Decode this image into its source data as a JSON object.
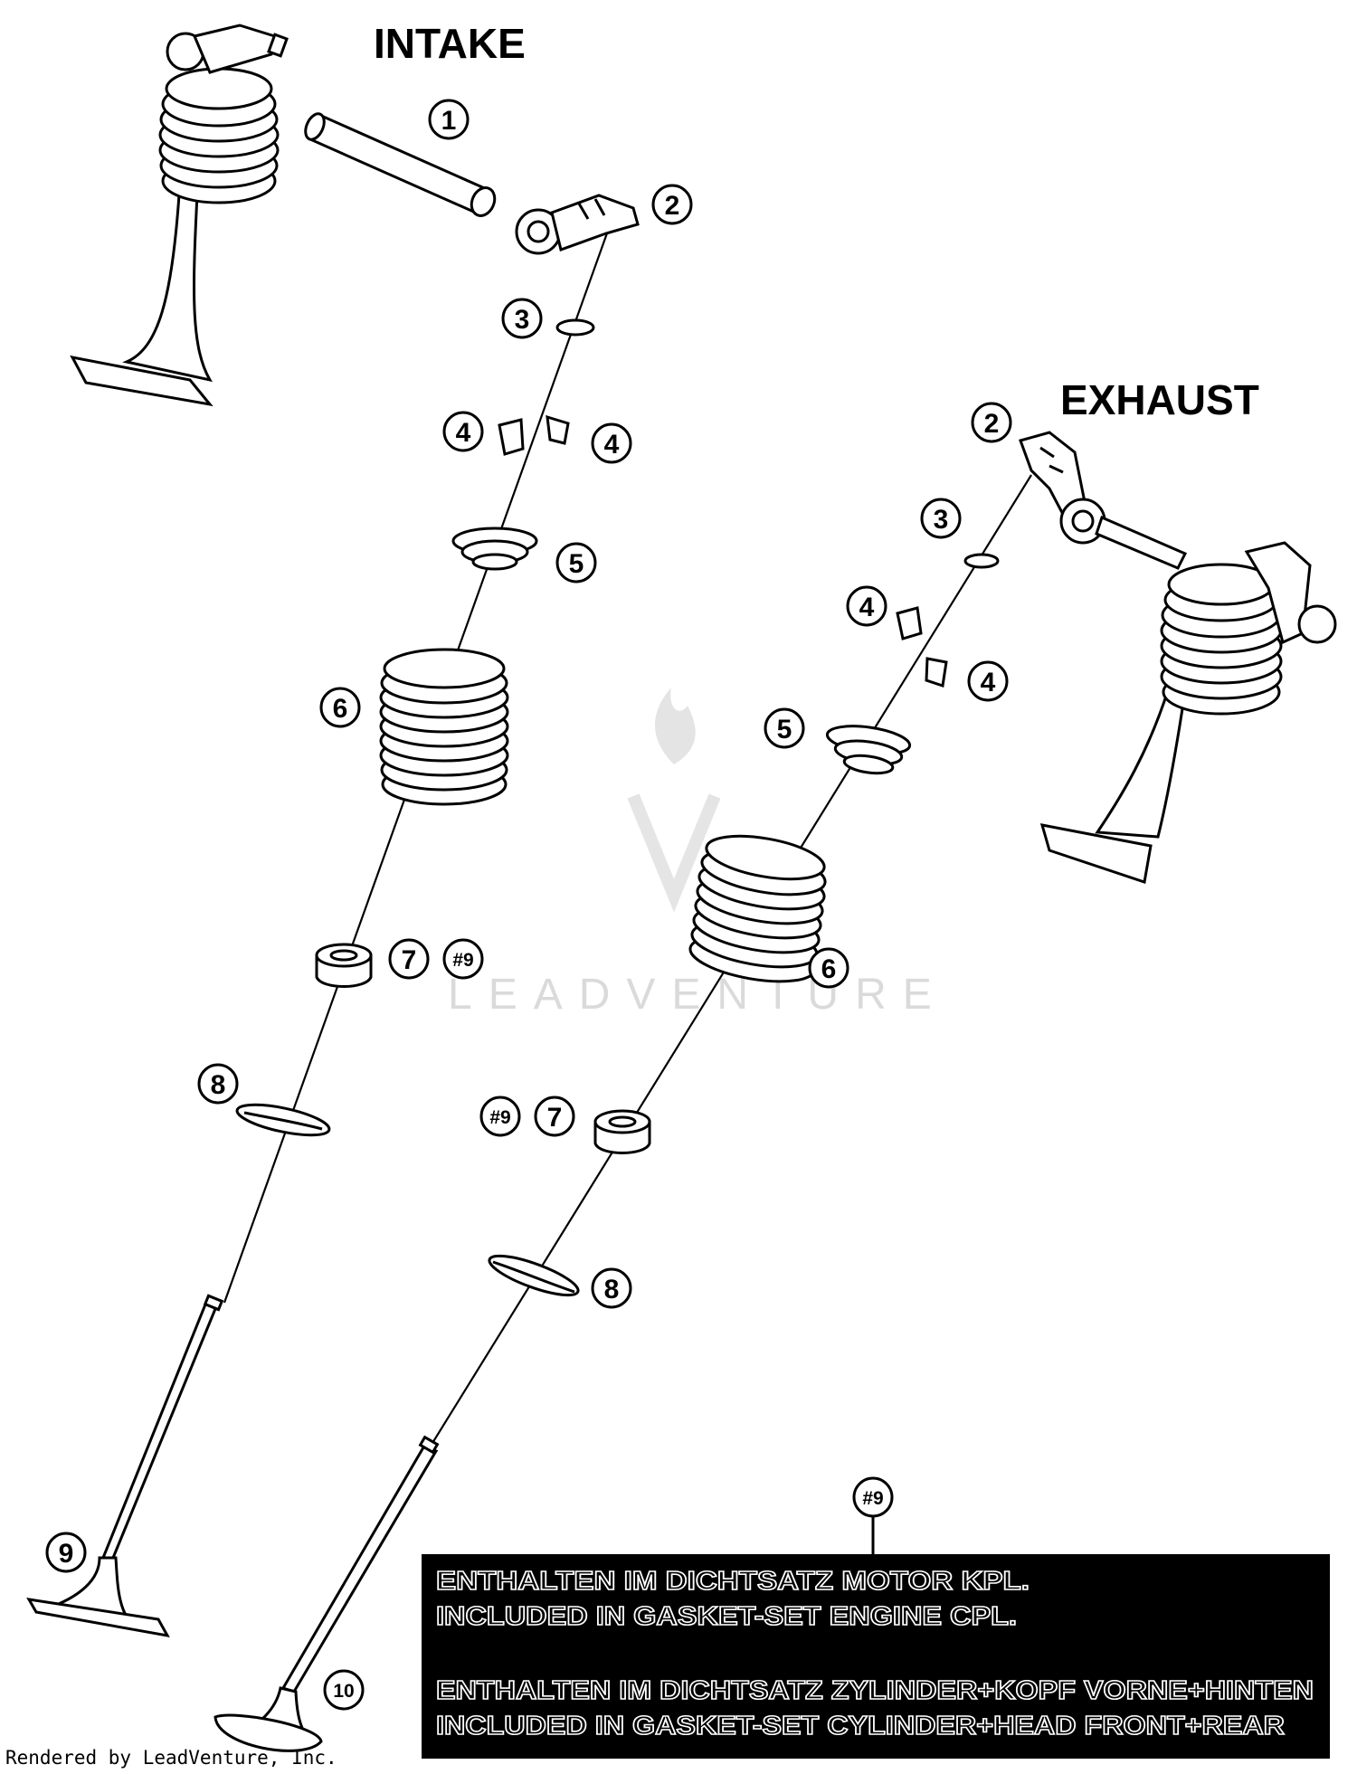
{
  "labels": {
    "intake": "INTAKE",
    "exhaust": "EXHAUST"
  },
  "callouts": {
    "n1": "1",
    "n2": "2",
    "n3": "3",
    "n4": "4",
    "n5": "5",
    "n6": "6",
    "n7": "7",
    "n8": "8",
    "n9": "9",
    "n10": "10",
    "ref9": "#9"
  },
  "note": {
    "ref": "#9",
    "line1": "ENTHALTEN IM DICHTSATZ MOTOR KPL.",
    "line2": "INCLUDED IN GASKET-SET ENGINE CPL.",
    "line3": "ENTHALTEN IM DICHTSATZ ZYLINDER+KOPF VORNE+HINTEN",
    "line4": "INCLUDED IN GASKET-SET CYLINDER+HEAD FRONT+REAR"
  },
  "watermark": "LEADVENTURE",
  "credit": "Rendered by LeadVenture, Inc."
}
